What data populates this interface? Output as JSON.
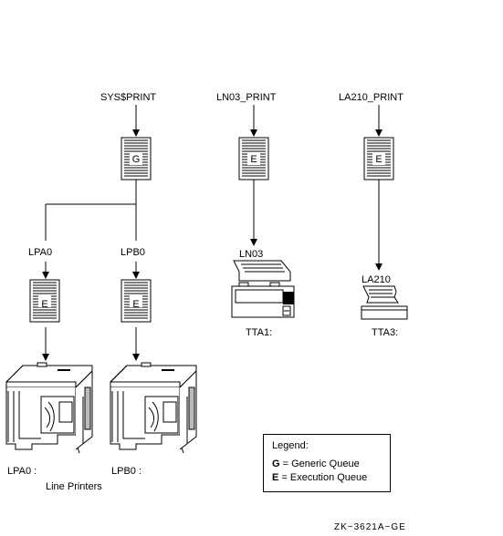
{
  "queues": {
    "sys_print": {
      "name": "SYS$PRINT",
      "type": "G"
    },
    "ln03_print": {
      "name": "LN03_PRINT",
      "type": "E"
    },
    "la210_print": {
      "name": "LA210_PRINT",
      "type": "E"
    },
    "lpa0": {
      "name": "LPA0",
      "type": "E"
    },
    "lpb0": {
      "name": "LPB0",
      "type": "E"
    }
  },
  "devices": {
    "ln03": {
      "name": "LN03",
      "terminal": "TTA1:"
    },
    "la210": {
      "name": "LA210",
      "terminal": "TTA3:"
    },
    "lpa0": {
      "label": "LPA0 :"
    },
    "lpb0": {
      "label": "LPB0 :"
    },
    "line_printers_caption": "Line Printers"
  },
  "legend": {
    "title": "Legend:",
    "g_key": "G",
    "g_text": "= Generic Queue",
    "e_key": "E",
    "e_text": "= Execution Queue"
  },
  "figure_id": "ZK−3621A−GE"
}
